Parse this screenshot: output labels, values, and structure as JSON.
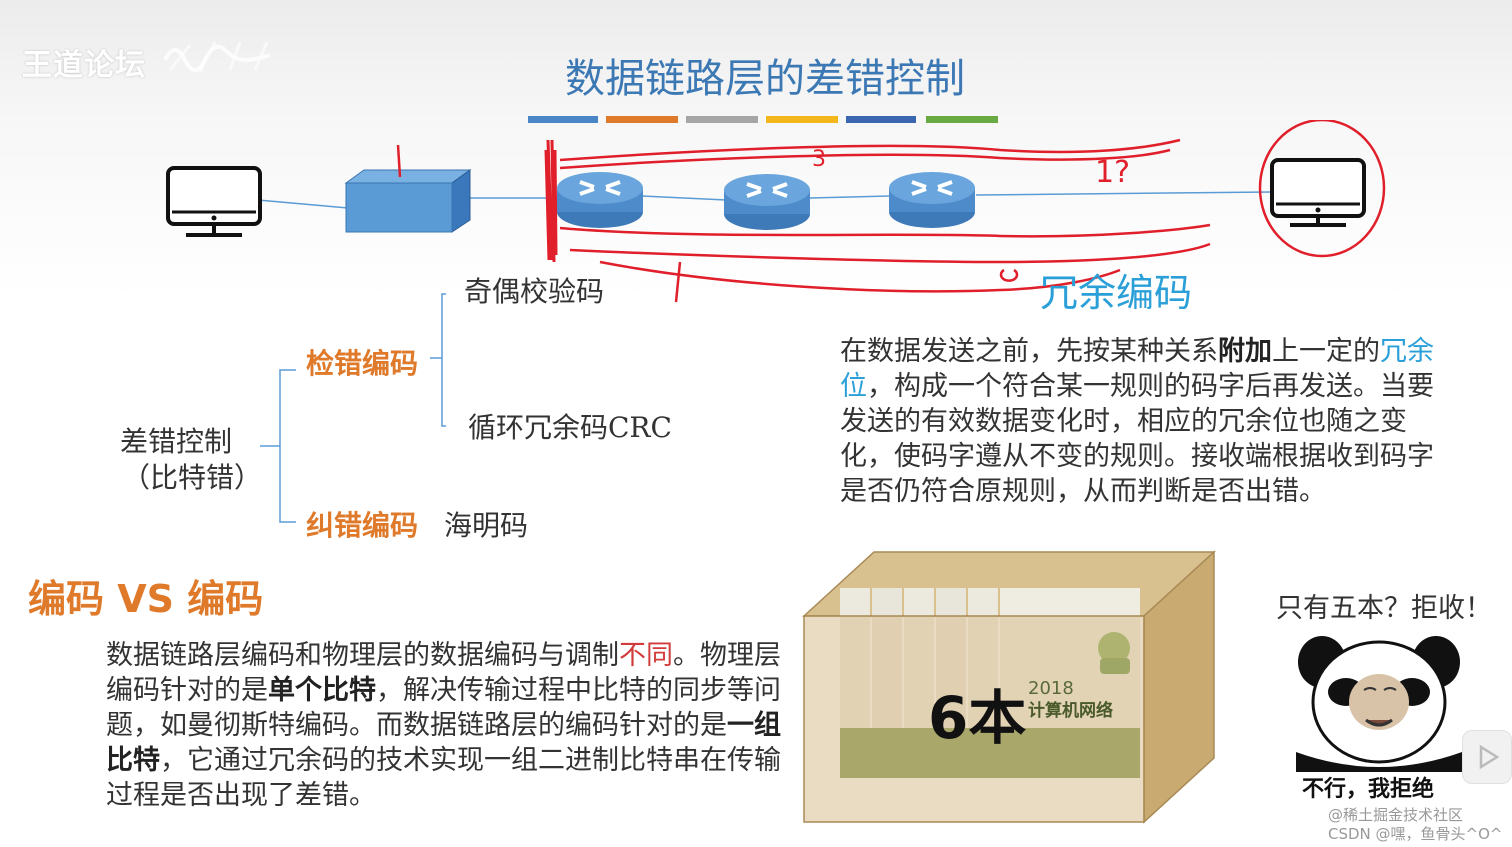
{
  "watermark": {
    "brand": "王道论坛"
  },
  "title": "数据链路层的差错控制",
  "title_bar_colors": [
    "#4a86c5",
    "#e07a2b",
    "#a6a6a6",
    "#f3b71c",
    "#3a67b0",
    "#6aaa43"
  ],
  "network": {
    "annotation_labels": [
      "1",
      "3",
      "1?"
    ]
  },
  "tree": {
    "root_line1": "差错控制",
    "root_line2": "（比特错）",
    "detect_label": "检错编码",
    "parity_label": "奇偶校验码",
    "crc_label": "循环冗余码CRC",
    "correct_label": "纠错编码",
    "hamming_label": "海明码"
  },
  "redundancy": {
    "title": "冗余编码",
    "p1": "在数据发送之前，先按某种关系",
    "p1_bold": "附加",
    "p2": "上一定的",
    "p2_blue": "冗余位",
    "p3": "，构成一个符合某一规则的码字后再发送。当要发送的有效数据变化时，相应的冗余位也随之变化，使码字遵从不变的规则。接收端根据收到码字是否仍符合原规则，从而判断是否出错。"
  },
  "compare": {
    "title": "编码 VS 编码",
    "s1": "数据链路层编码和物理层的数据编码与调制",
    "s1_red": "不同",
    "s2": "。物理层编码针对的是",
    "s2_bold": "单个比特",
    "s3": "，解决传输过程中比特的同步等问题，如曼彻斯特编码。而数据链路层的编码针对的是",
    "s3_bold": "一组比特",
    "s4": "，它通过冗余码的技术实现一组二进制比特串在传输过程是否出现了差错。"
  },
  "box": {
    "count_label": "6本",
    "book_year": "2018",
    "book_title": "计算机网络"
  },
  "panda": {
    "top_caption": "只有五本？拒收！",
    "bottom_caption": "不行，我拒绝"
  },
  "footer": {
    "line1": "@稀土掘金技术社区",
    "line2": "CSDN @嘿，鱼骨头^O^"
  }
}
